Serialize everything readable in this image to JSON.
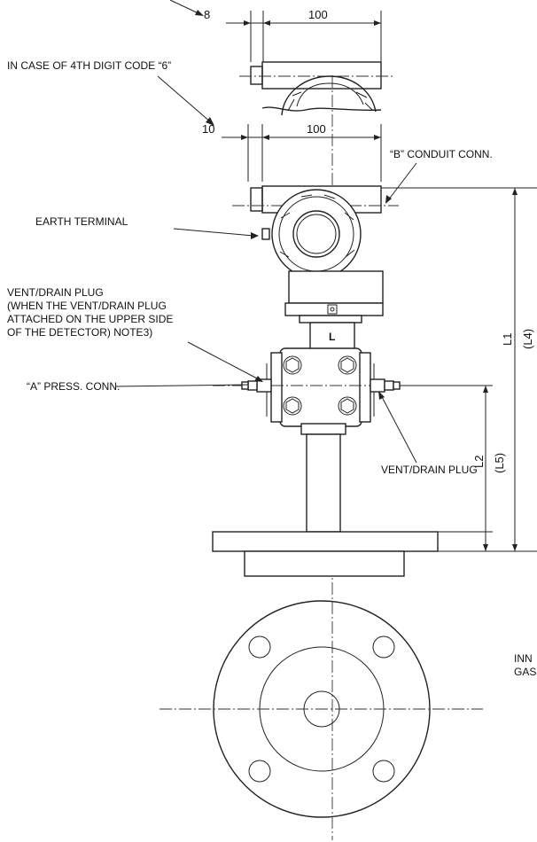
{
  "dimensions": {
    "top_offset_a": "8",
    "top_width_a": "100",
    "top_offset_b": "10",
    "top_width_b": "100",
    "l1": "L1",
    "l4": "(L4)",
    "l2": "L2",
    "l5": "(L5)"
  },
  "labels": {
    "digit_code_case": "IN CASE OF 4TH DIGIT CODE “6”",
    "conduit_conn": "“B” CONDUIT CONN.",
    "earth_terminal": "EARTH TERMINAL",
    "vent_note_line1": "VENT/DRAIN PLUG",
    "vent_note_line2": "(WHEN THE VENT/DRAIN PLUG",
    "vent_note_line3": "ATTACHED ON THE UPPER SIDE",
    "vent_note_line4": "OF THE DETECTOR)   NOTE3)",
    "press_conn": "“A” PRESS. CONN.",
    "vent_drain_plug": "VENT/DRAIN PLUG",
    "inner_gasket_line1": "INN",
    "inner_gasket_line2": "GAS",
    "housing_mark": "L"
  }
}
